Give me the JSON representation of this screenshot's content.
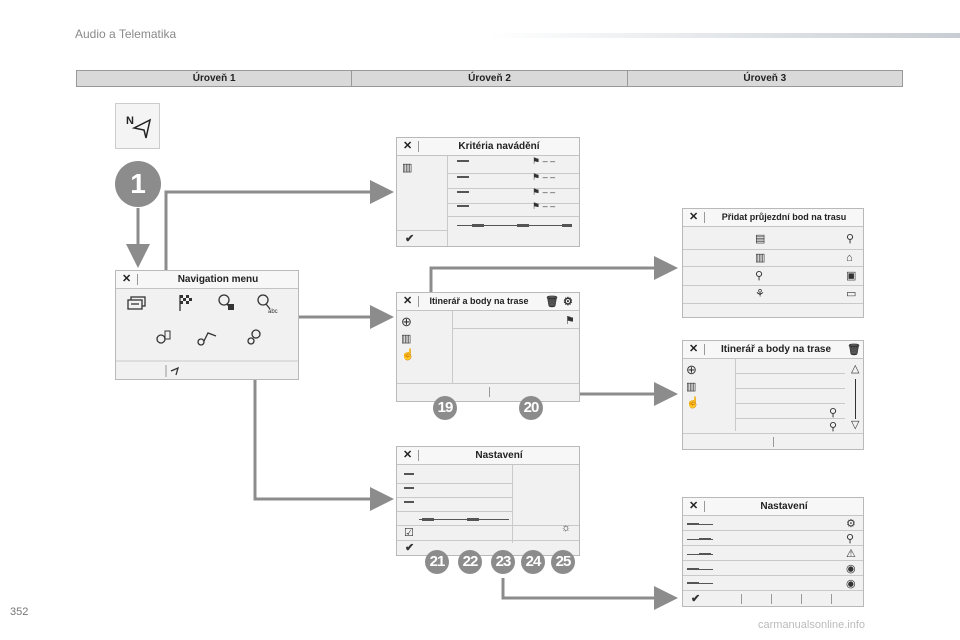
{
  "header": {
    "title": "Audio a Telematika"
  },
  "levels": [
    "Úroveň 1",
    "Úroveň 2",
    "Úroveň 3"
  ],
  "step_main": "1",
  "panels": {
    "kriteria": "Kritéria navádění",
    "navmenu": "Navigation menu",
    "itinerar": "Itinerář a body na trase",
    "pridat": "Přidat průjezdní bod na trasu",
    "itinerar2": "Itinerář a body na trase",
    "nastaveni": "Nastavení",
    "nastaveni2": "Nastavení"
  },
  "nav_sub_label": "abc",
  "callouts": [
    "19",
    "20",
    "21",
    "22",
    "23",
    "24",
    "25"
  ],
  "page_number": "352",
  "watermark": "carmanualsonline.info"
}
